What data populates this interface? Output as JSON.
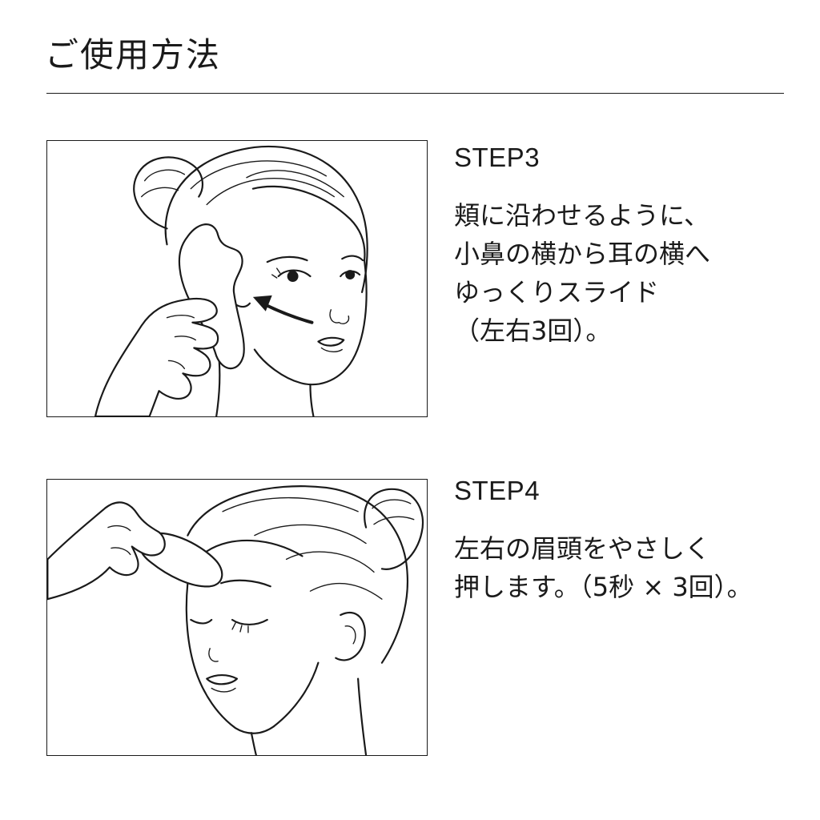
{
  "header": {
    "title": "ご使用方法"
  },
  "steps": [
    {
      "label": "STEP3",
      "lines": [
        "頬に沿わせるように、",
        "小鼻の横から耳の横へ",
        "ゆっくりスライド",
        "（左右3回）。"
      ],
      "illustration_icon": "face-side-massage-illustration"
    },
    {
      "label": "STEP4",
      "lines": [
        "左右の眉頭をやさしく",
        "押します。（5秒 × 3回）。"
      ],
      "illustration_icon": "brow-press-illustration"
    }
  ],
  "colors": {
    "ink": "#1a1a1a",
    "background": "#ffffff"
  }
}
